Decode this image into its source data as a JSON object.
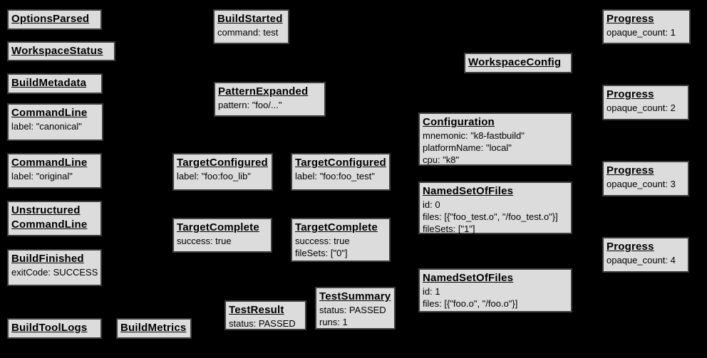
{
  "colors": {
    "background": "#000000",
    "box_fill": "#dcdcdc",
    "box_border": "#3e3e3e",
    "text": "#000000"
  },
  "events": {
    "options_parsed": {
      "title": "OptionsParsed"
    },
    "workspace_status": {
      "title": "WorkspaceStatus"
    },
    "build_metadata": {
      "title": "BuildMetadata"
    },
    "command_line_canonical": {
      "title": "CommandLine",
      "props": "label: \"canonical\""
    },
    "command_line_original": {
      "title": "CommandLine",
      "props": "label: \"original\""
    },
    "unstructured_command_line": {
      "title": "Unstructured\nCommandLine"
    },
    "build_finished": {
      "title": "BuildFinished",
      "props": "exitCode: SUCCESS"
    },
    "build_tool_logs": {
      "title": "BuildToolLogs"
    },
    "build_metrics": {
      "title": "BuildMetrics"
    },
    "build_started": {
      "title": "BuildStarted",
      "props": "command: test"
    },
    "pattern_expanded": {
      "title": "PatternExpanded",
      "props": "pattern: \"foo/...\""
    },
    "target_configured_foo_lib": {
      "title": "TargetConfigured",
      "props": "label: \"foo:foo_lib\""
    },
    "target_configured_foo_test": {
      "title": "TargetConfigured",
      "props": "label: \"foo:foo_test\""
    },
    "target_complete_foo_lib": {
      "title": "TargetComplete",
      "props": "success: true"
    },
    "target_complete_foo_test": {
      "title": "TargetComplete",
      "props": "success: true\nfileSets: [\"0\"]"
    },
    "test_result": {
      "title": "TestResult",
      "props": "status: PASSED"
    },
    "test_summary": {
      "title": "TestSummary",
      "props": "status: PASSED\nruns: 1"
    },
    "workspace_config": {
      "title": "WorkspaceConfig"
    },
    "configuration": {
      "title": "Configuration",
      "props": "mnemonic: \"k8-fastbuild\"\nplatformName: \"local\"\ncpu: \"k8\""
    },
    "named_set_of_files_0": {
      "title": "NamedSetOfFiles",
      "props": "id: 0\nfiles: [{\"foo_test.o\", \"/foo_test.o\"}]\nfileSets: [\"1\"]"
    },
    "named_set_of_files_1": {
      "title": "NamedSetOfFiles",
      "props": "id: 1\nfiles: [{\"foo.o\", \"/foo.o\"}]"
    },
    "progress_1": {
      "title": "Progress",
      "props": "opaque_count: 1"
    },
    "progress_2": {
      "title": "Progress",
      "props": "opaque_count: 2"
    },
    "progress_3": {
      "title": "Progress",
      "props": "opaque_count: 3"
    },
    "progress_4": {
      "title": "Progress",
      "props": "opaque_count: 4"
    }
  }
}
